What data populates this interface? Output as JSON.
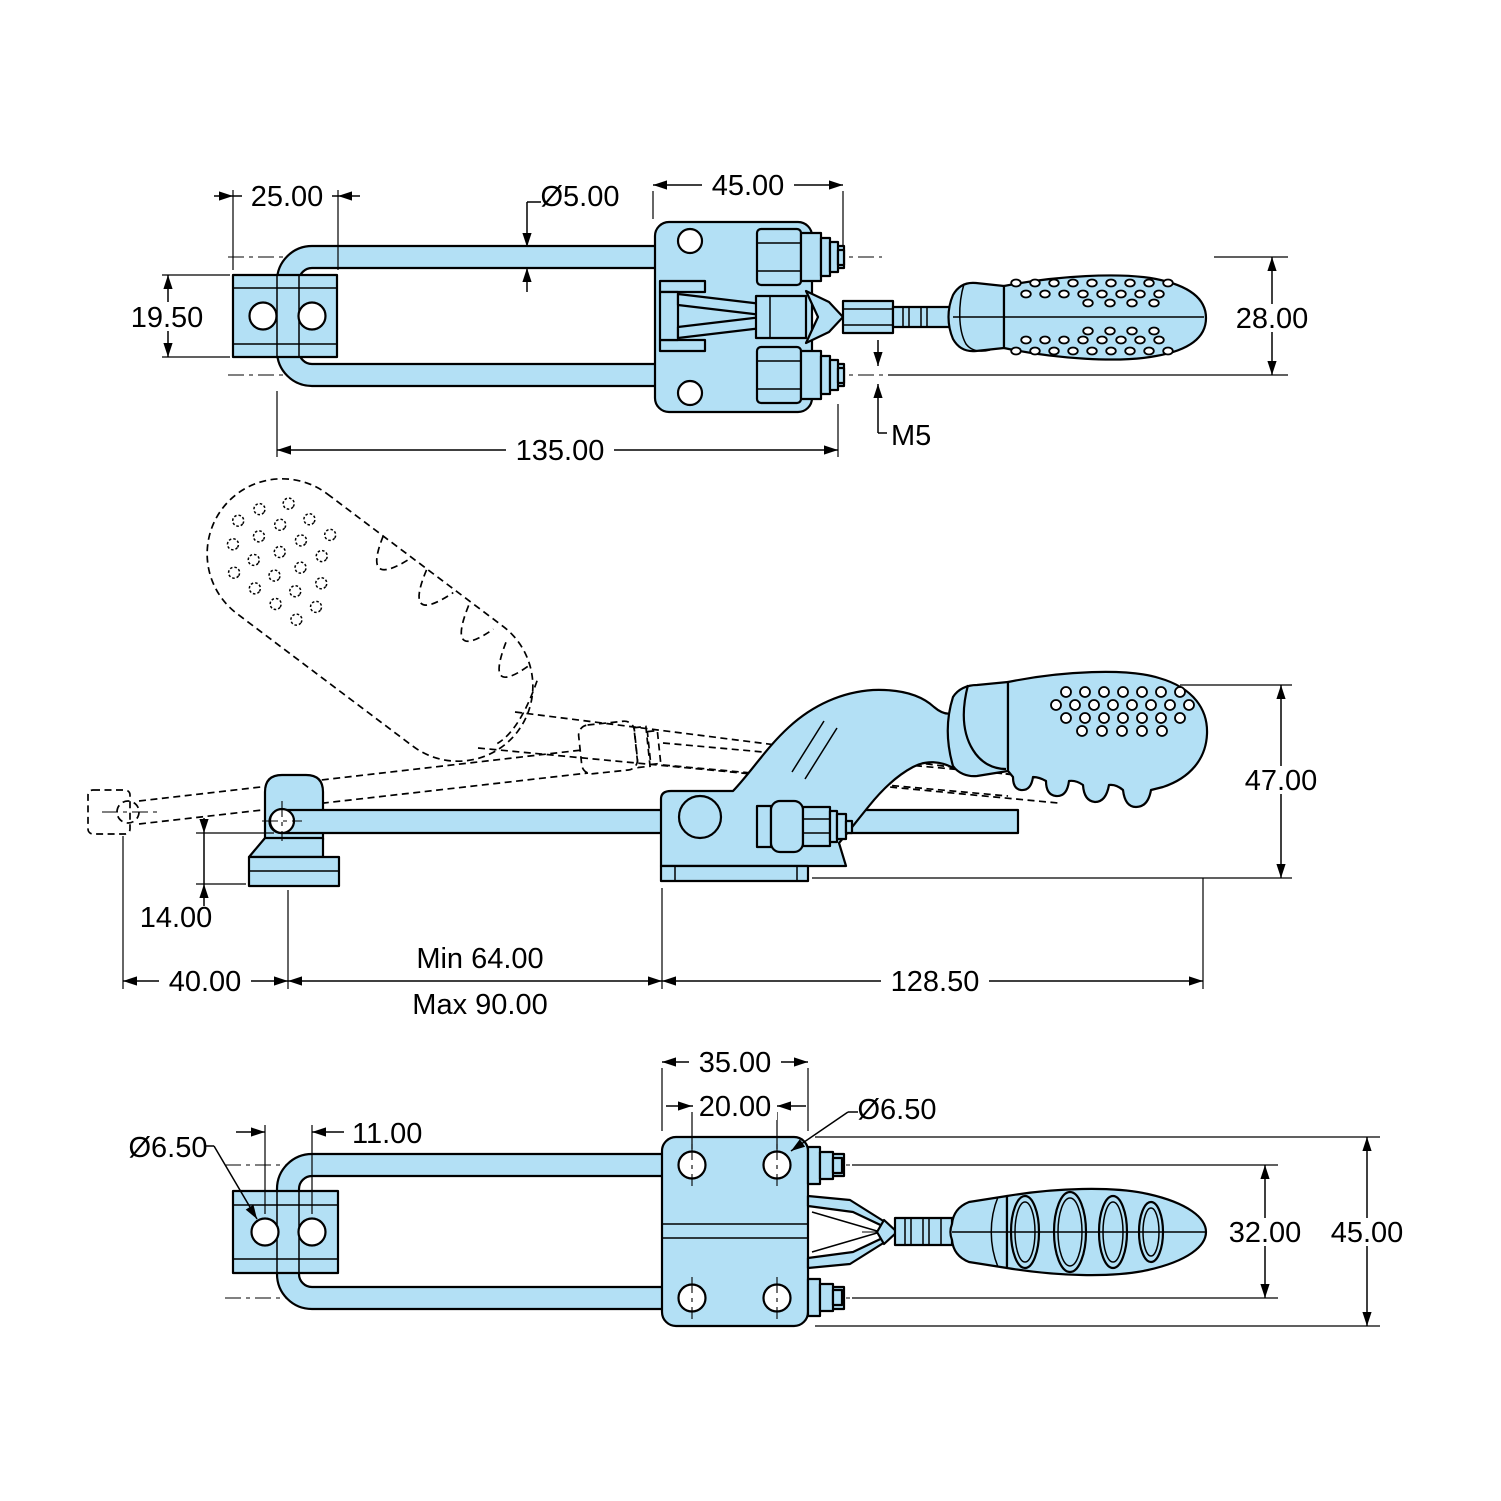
{
  "drawing": {
    "kind": "latch-action toggle clamp, three-view engineering drawing",
    "background": "#ffffff",
    "part_fill_color": "#b3e0f5",
    "line_color": "#000000",
    "dims": {
      "top": {
        "latch_plate_width": "25.00",
        "latch_plate_height": "19.50",
        "rod_diameter": "Ø5.00",
        "base_to_rod_end": "45.00",
        "rod_center_spacing": "28.00",
        "overall_length": "135.00",
        "thread_size": "M5"
      },
      "side": {
        "catch_height": "14.00",
        "catch_offset": "40.00",
        "reach_min": "Min 64.00",
        "reach_max": "Max 90.00",
        "body_to_handle_length": "128.50",
        "overall_height": "47.00"
      },
      "bottom": {
        "base_plate_width": "35.00",
        "mount_hole_spacing": "20.00",
        "mount_hole_diameter": "Ø6.50",
        "latch_hole_diameter": "Ø6.50",
        "latch_hole_spacing": "11.00",
        "rod_span": "32.00",
        "overall_width": "45.00"
      }
    }
  }
}
